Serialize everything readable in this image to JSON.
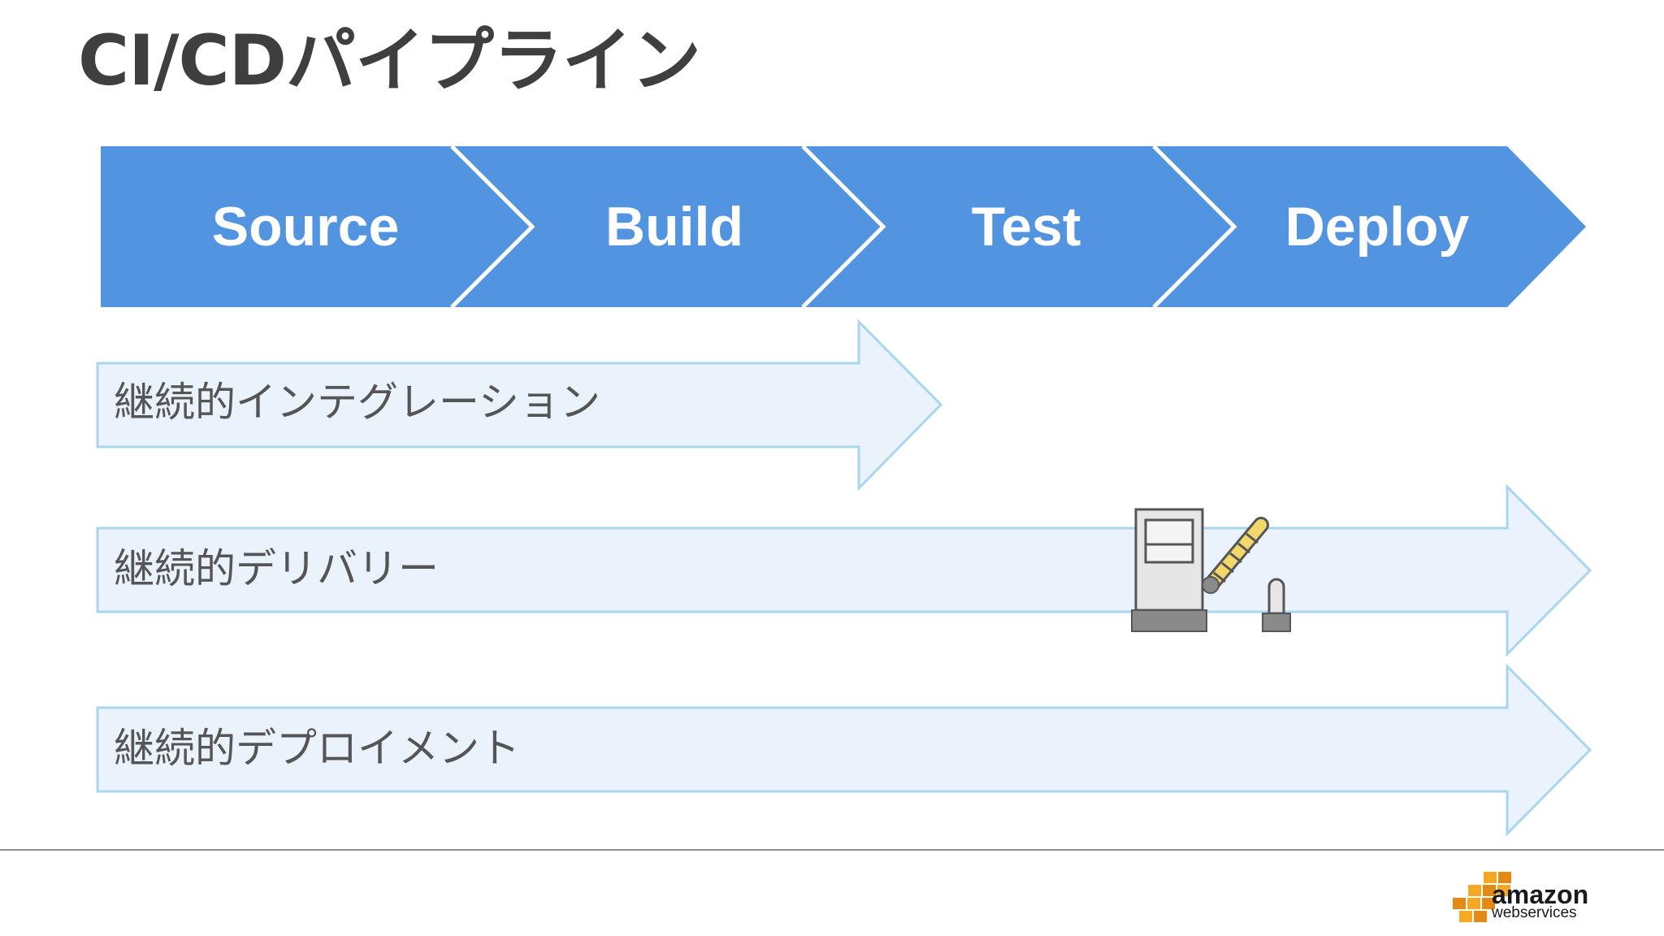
{
  "slide": {
    "title": "CI/CDパイプライン"
  },
  "pipeline": {
    "stages": [
      {
        "label": "Source"
      },
      {
        "label": "Build"
      },
      {
        "label": "Test"
      },
      {
        "label": "Deploy"
      }
    ]
  },
  "practices": [
    {
      "label": "継続的インテグレーション",
      "extends_to_stage": "Build"
    },
    {
      "label": "継続的デリバリー",
      "extends_to_stage": "Deploy"
    },
    {
      "label": "継続的デプロイメント",
      "extends_to_stage": "Deploy"
    }
  ],
  "icons": {
    "gate": "toll-gate-icon",
    "logo": "aws-logo-icon"
  },
  "colors": {
    "stage_fill": "#5294df",
    "practice_fill": "#eaf2fb",
    "practice_border": "#a9d6ee",
    "title_text": "#3f3f3f",
    "logo_orange": "#f7a823"
  },
  "logo": {
    "line1": "amazon",
    "line2": "webservices"
  }
}
